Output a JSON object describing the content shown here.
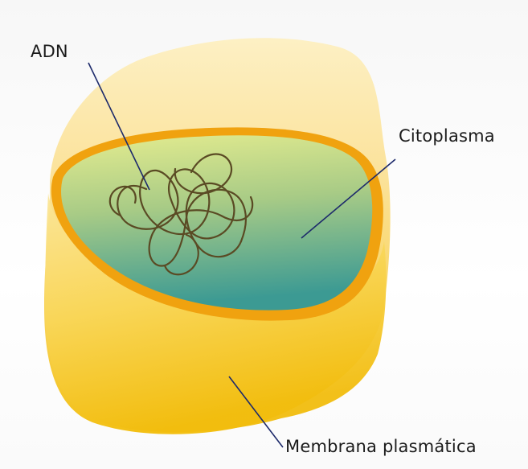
{
  "diagram": {
    "labels": {
      "adn": "ADN",
      "citoplasma": "Citoplasma",
      "membrana": "Membrana plasmática"
    },
    "colors": {
      "membrane_light": "#fbe4a3",
      "membrane_dark": "#f4c21d",
      "rim_orange": "#f0a20f",
      "cytoplasm_top": "#dde98a",
      "cytoplasm_bottom": "#3f9d93",
      "dna_strand": "#5a4a24",
      "leader_line": "#1d2a6b"
    }
  }
}
